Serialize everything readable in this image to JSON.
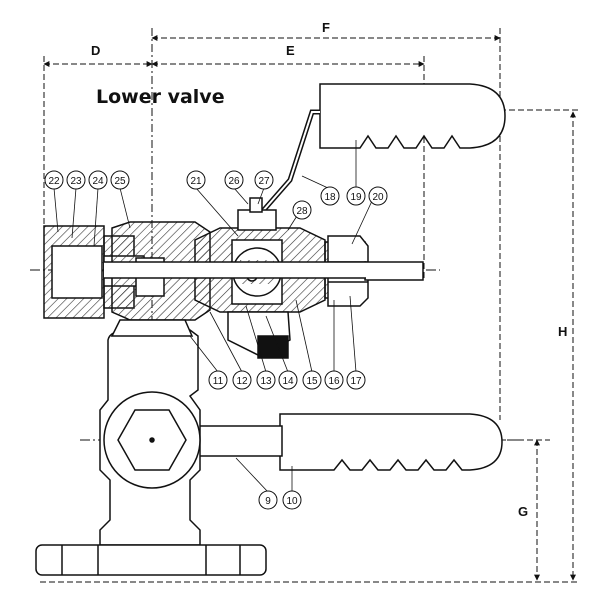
{
  "diagram": {
    "title": "Lower valve",
    "dimensions": [
      {
        "id": "D",
        "label": "D"
      },
      {
        "id": "E",
        "label": "E"
      },
      {
        "id": "F",
        "label": "F"
      },
      {
        "id": "G",
        "label": "G"
      },
      {
        "id": "H",
        "label": "H"
      }
    ],
    "callouts": [
      {
        "id": "c22",
        "label": "22"
      },
      {
        "id": "c23",
        "label": "23"
      },
      {
        "id": "c24",
        "label": "24"
      },
      {
        "id": "c25",
        "label": "25"
      },
      {
        "id": "c21",
        "label": "21"
      },
      {
        "id": "c26",
        "label": "26"
      },
      {
        "id": "c27",
        "label": "27"
      },
      {
        "id": "c18",
        "label": "18"
      },
      {
        "id": "c19",
        "label": "19"
      },
      {
        "id": "c20",
        "label": "20"
      },
      {
        "id": "c28",
        "label": "28"
      },
      {
        "id": "c11",
        "label": "11"
      },
      {
        "id": "c12",
        "label": "12"
      },
      {
        "id": "c13",
        "label": "13"
      },
      {
        "id": "c14",
        "label": "14"
      },
      {
        "id": "c15",
        "label": "15"
      },
      {
        "id": "c16",
        "label": "16"
      },
      {
        "id": "c17",
        "label": "17"
      },
      {
        "id": "c9",
        "label": "9"
      },
      {
        "id": "c10",
        "label": "10"
      }
    ],
    "colors": {
      "line": "#111111",
      "hatch": "#333333",
      "background": "#ffffff"
    }
  }
}
